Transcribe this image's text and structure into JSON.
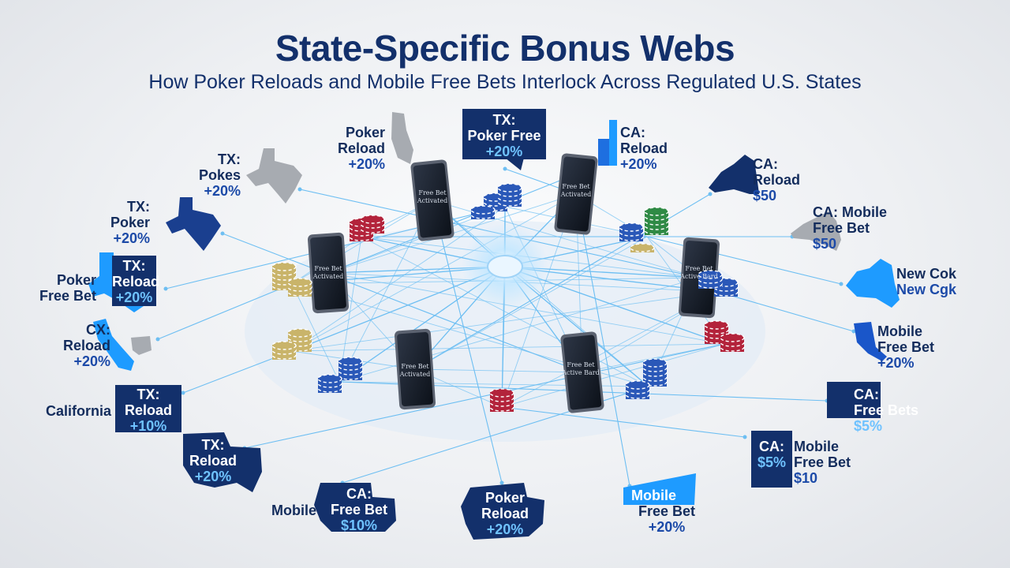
{
  "header": {
    "title": "State-Specific Bonus Webs",
    "subtitle": "How Poker Reloads and Mobile Free Bets Interlock Across Regulated U.S. States"
  },
  "colors": {
    "navy": "#13306b",
    "royal_blue": "#1a56c9",
    "light_blue": "#1e9bff",
    "gray_state": "#a7abb1",
    "link_line": "#57b6f2",
    "chip_red": "#b3233b",
    "chip_blue": "#2a58b8",
    "chip_green": "#2f8a45",
    "chip_gold": "#c9b46a"
  },
  "phones": [
    {
      "id": "phone-1",
      "lines": [
        "Free Bet",
        "Activated"
      ]
    },
    {
      "id": "phone-2",
      "lines": [
        "Free Bet",
        "Activated"
      ]
    },
    {
      "id": "phone-3",
      "lines": [
        "Free Bet",
        "Activated"
      ]
    },
    {
      "id": "phone-4",
      "lines": [
        "Free Bet",
        "Active Bard"
      ]
    },
    {
      "id": "phone-5",
      "lines": [
        "Free Bet",
        "Activated"
      ]
    },
    {
      "id": "phone-6",
      "lines": [
        "Free Bet",
        "Active Bard"
      ]
    }
  ],
  "nodes": [
    {
      "id": "poker-reload-top",
      "lines": [
        "Poker",
        "Reload",
        "+20%"
      ],
      "value_index": 2
    },
    {
      "id": "tx-poker-free",
      "lines": [
        "TX:",
        "Poker Free",
        "+20%"
      ],
      "value_index": 2
    },
    {
      "id": "ca-reload-20",
      "lines": [
        "CA:",
        "Reload",
        "+20%"
      ],
      "value_index": 2
    },
    {
      "id": "tx-pokes",
      "lines": [
        "TX:",
        "Pokes",
        "+20%"
      ],
      "value_index": 2
    },
    {
      "id": "ca-reload-50",
      "lines": [
        "CA:",
        "Reload",
        "$50"
      ],
      "value_index": 2
    },
    {
      "id": "tx-poker",
      "lines": [
        "TX:",
        "Poker",
        "+20%"
      ],
      "value_index": 2
    },
    {
      "id": "ca-mobile-free-bet-50",
      "lines": [
        "CA: Mobile",
        "Free Bet",
        "$50"
      ],
      "value_index": 2
    },
    {
      "id": "poker-free-bet",
      "lines": [
        "Poker",
        "Free Bet"
      ],
      "value_index": -1
    },
    {
      "id": "tx-reload-on-state",
      "lines": [
        "TX:",
        "Reload",
        "+20%"
      ],
      "value_index": 2
    },
    {
      "id": "new-york",
      "lines": [
        "New Cok",
        "New Cgk"
      ],
      "value_index": 1
    },
    {
      "id": "cx-reload",
      "lines": [
        "CX:",
        "Reload",
        "+20%"
      ],
      "value_index": 2
    },
    {
      "id": "mobile-free-bet-right",
      "lines": [
        "Mobile",
        "Free Bet",
        "+20%"
      ],
      "value_index": 2
    },
    {
      "id": "california",
      "lines": [
        "California"
      ],
      "value_index": -1
    },
    {
      "id": "tx-reload-10",
      "lines": [
        "TX:",
        "Reload",
        "+10%"
      ],
      "value_index": 2
    },
    {
      "id": "ca-free-bets",
      "lines": [
        "CA:",
        "Free Bets",
        "$5%"
      ],
      "value_index": 2
    },
    {
      "id": "tx-reload-bottom",
      "lines": [
        "TX:",
        "Reload",
        "+20%"
      ],
      "value_index": 2
    },
    {
      "id": "ca-5-badge",
      "lines": [
        "CA:",
        "$5%"
      ],
      "value_index": 1
    },
    {
      "id": "ca-mobile-free-bet-10",
      "lines": [
        "Mobile",
        "Free Bet",
        "$10"
      ],
      "value_index": 2
    },
    {
      "id": "mobile-label",
      "lines": [
        "Mobile"
      ],
      "value_index": -1
    },
    {
      "id": "ca-free-bet-10",
      "lines": [
        "CA:",
        "Free Bet",
        "$10%"
      ],
      "value_index": 2
    },
    {
      "id": "poker-reload-bottom",
      "lines": [
        "Poker",
        "Reload",
        "+20%"
      ],
      "value_index": 2
    },
    {
      "id": "mobile-free-bet-bottom",
      "lines": [
        "Mobile",
        "Free Bet",
        "+20%"
      ],
      "value_index": 2
    }
  ]
}
